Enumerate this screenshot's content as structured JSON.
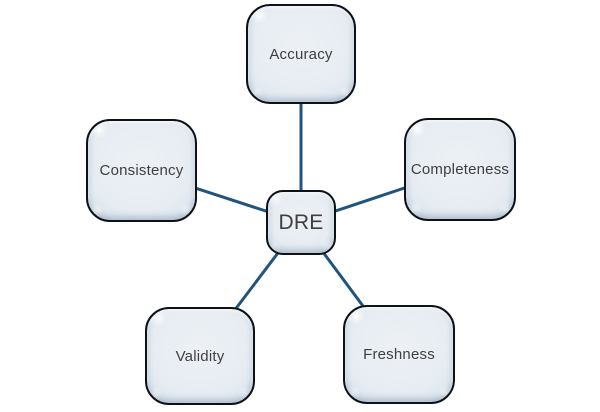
{
  "diagram": {
    "center": {
      "id": "dre",
      "label": "DRE"
    },
    "nodes": [
      {
        "id": "accuracy",
        "label": "Accuracy"
      },
      {
        "id": "completeness",
        "label": "Completeness"
      },
      {
        "id": "freshness",
        "label": "Freshness"
      },
      {
        "id": "validity",
        "label": "Validity"
      },
      {
        "id": "consistency",
        "label": "Consistency"
      }
    ],
    "edges": [
      {
        "from": "dre",
        "to": "accuracy"
      },
      {
        "from": "dre",
        "to": "completeness"
      },
      {
        "from": "dre",
        "to": "freshness"
      },
      {
        "from": "dre",
        "to": "validity"
      },
      {
        "from": "dre",
        "to": "consistency"
      }
    ],
    "colors": {
      "connector": "#20537E",
      "node_border": "#0D1118",
      "node_fill_center": "#E7EDF3",
      "node_fill_edge": "#6A95BC",
      "label_text": "#3F3F3F",
      "background": "#FFFFFF"
    }
  }
}
